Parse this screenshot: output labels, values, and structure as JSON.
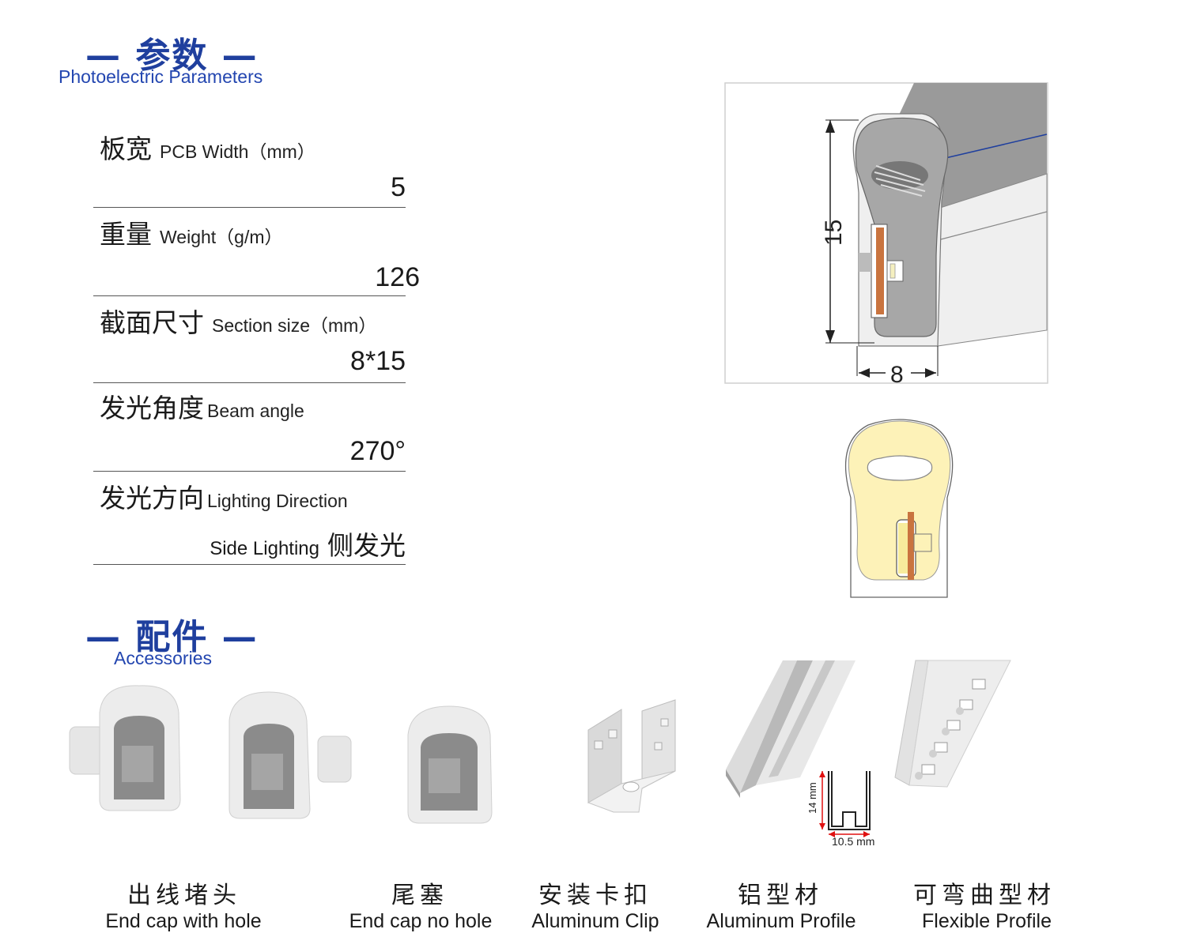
{
  "sections": {
    "params_title": "— 参数 —",
    "params_subtitle": "Photoelectric Parameters",
    "acc_title": "— 配件 —",
    "acc_subtitle": "Accessories"
  },
  "params": [
    {
      "cn": "板宽",
      "en": "PCB Width（mm）",
      "value": "5"
    },
    {
      "cn": "重量",
      "en": "Weight（g/m）",
      "value": "126"
    },
    {
      "cn": "截面尺寸",
      "en": "Section size（mm）",
      "value": "8*15"
    },
    {
      "cn": "发光角度",
      "en": "Beam angle",
      "value": "270°"
    },
    {
      "cn": "发光方向",
      "en": "Lighting Direction",
      "value_en": "Side Lighting",
      "value_cn": "侧发光"
    }
  ],
  "diagram": {
    "height_label": "15",
    "width_label": "8"
  },
  "profile_dims": {
    "height": "14 mm",
    "width": "10.5 mm"
  },
  "accessories": [
    {
      "cn": "出线堵头",
      "en": "End cap with hole"
    },
    {
      "cn": "尾塞",
      "en": "End cap no hole"
    },
    {
      "cn": "安装卡扣",
      "en": "Aluminum Clip"
    },
    {
      "cn": "铝型材",
      "en": "Aluminum Profile"
    },
    {
      "cn": "可弯曲型材",
      "en": "Flexible Profile"
    }
  ],
  "colors": {
    "accent": "#1f3f9e",
    "warm_light": "#fdf2b8",
    "pcb": "#c9743f"
  }
}
